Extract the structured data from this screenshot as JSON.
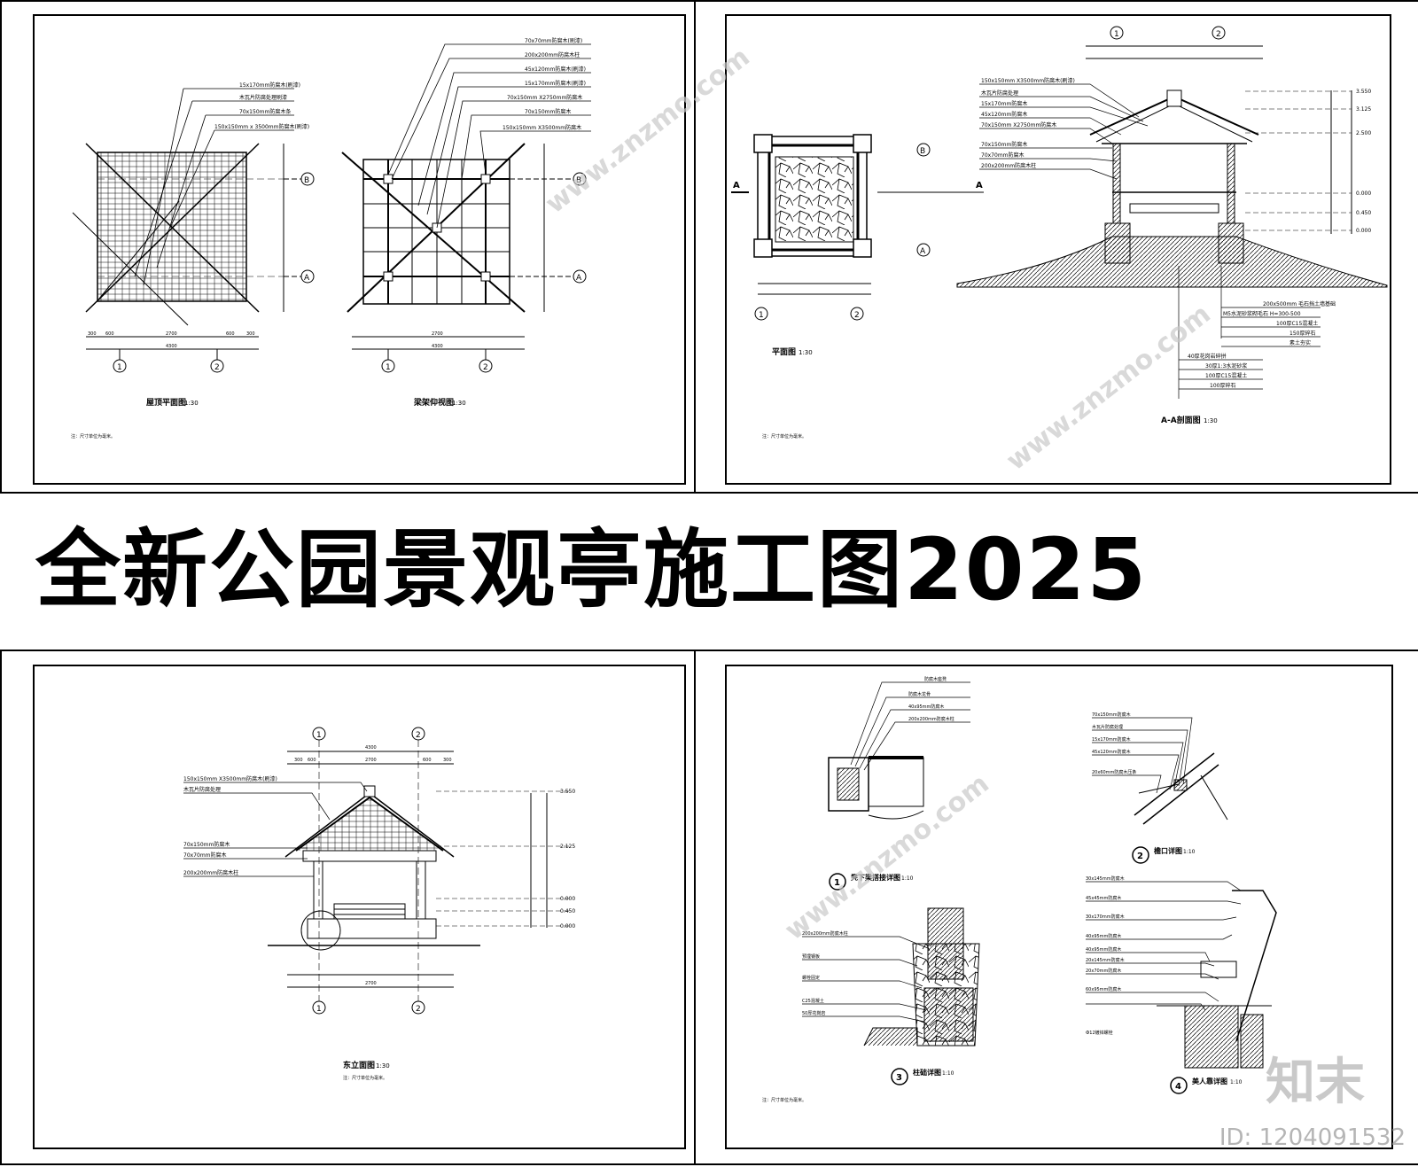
{
  "banner_title": "全新公园景观亭施工图2025",
  "watermark": {
    "brand": "知末",
    "site": "www.znzmo.com",
    "id_text": "ID: 1204091532"
  },
  "sheet1": {
    "roof_plan_title": "屋顶平面图",
    "roof_plan_scale": "1:30",
    "beam_plan_title": "梁架仰视图",
    "beam_plan_scale": "1:30",
    "callouts_left": [
      "15x170mm防腐木(刷漆)",
      "木瓦片防腐处理刷漆",
      "70x150mm防腐木条",
      "150x150mm x 3500mm防腐木(刷漆)"
    ],
    "callouts_right": [
      "70x70mm防腐木(刷漆)",
      "200x200mm防腐木柱",
      "45x120mm防腐木(刷漆)",
      "15x170mm防腐木(刷漆)",
      "70x150mm X2750mm防腐木",
      "70x150mm防腐木",
      "150x150mm X3500mm防腐木"
    ],
    "dims_top": [
      "300",
      "600",
      "2700",
      "600",
      "300"
    ],
    "dim_total": "4300",
    "axis_1": "1",
    "axis_2": "2",
    "axis_A": "A",
    "axis_B": "B",
    "note": "注：尺寸单位为毫米。"
  },
  "sheet2": {
    "plan_title": "平面图",
    "plan_scale": "1:30",
    "section_title": "A-A剖面图",
    "section_scale": "1:30",
    "section_mark": "A",
    "elevations": [
      "3.550",
      "3.125",
      "2.500",
      "0.000",
      "0.450",
      "0.000"
    ],
    "callouts": [
      "150x150mm X3500mm防腐木(刷漆)",
      "木瓦片防腐处理",
      "15x170mm防腐木",
      "45x120mm防腐木",
      "70x150mm X2750mm防腐木",
      "70x150mm防腐木",
      "70x70mm防腐木",
      "200x200mm防腐木柱"
    ],
    "base_layers": [
      "200x500mm 毛石挡土墙基础",
      "M5水泥砂浆砌毛石 H=300-500",
      "100厚C15混凝土",
      "150厚碎石",
      "素土夯实"
    ],
    "pave_layers": [
      "40厚花岗岩碎拼",
      "30厚1:3水泥砂浆",
      "100厚C15混凝土",
      "100厚碎石"
    ],
    "note": "注：尺寸单位为毫米。"
  },
  "sheet3": {
    "title": "东立面图",
    "scale": "1:30",
    "dims_top": [
      "300",
      "600",
      "2700",
      "600",
      "300"
    ],
    "dim_total": "4300",
    "elevations": [
      "3.550",
      "2.125",
      "0.000",
      "0.450",
      "0.000"
    ],
    "callouts": [
      "150x150mm X3500mm防腐木(刷漆)",
      "木瓦片防腐处理",
      "70x150mm防腐木",
      "70x70mm防腐木",
      "200x200mm防腐木柱"
    ],
    "note": "注：尺寸单位为毫米。"
  },
  "sheet4": {
    "detail1_no": "1",
    "detail1_title": "凳下梁搭接详图",
    "detail1_scale": "1:10",
    "detail2_no": "2",
    "detail2_title": "檐口详图",
    "detail2_scale": "1:10",
    "detail3_no": "3",
    "detail3_title": "柱础详图",
    "detail3_scale": "1:10",
    "detail4_no": "4",
    "detail4_title": "美人靠详图",
    "detail4_scale": "1:10",
    "callouts_d1": [
      "防腐木座凳",
      "防腐木龙骨",
      "40x95mm防腐木",
      "200x200mm防腐木柱"
    ],
    "callouts_d2": [
      "70x150mm防腐木",
      "木瓦片防腐处理",
      "15x170mm防腐木",
      "45x120mm防腐木",
      "20x60mm防腐木压条"
    ],
    "callouts_d3": [
      "200x200mm防腐木柱",
      "预埋钢板",
      "螺栓固定",
      "C25混凝土",
      "50厚花岗岩"
    ],
    "callouts_d4": [
      "30x145mm防腐木",
      "45x45mm防腐木",
      "30x170mm防腐木",
      "40x95mm防腐木",
      "40x95mm防腐木",
      "20x145mm防腐木",
      "20x70mm防腐木",
      "60x95mm防腐木",
      "Ф12镀锌螺栓"
    ],
    "note": "注：尺寸单位为毫米。"
  }
}
